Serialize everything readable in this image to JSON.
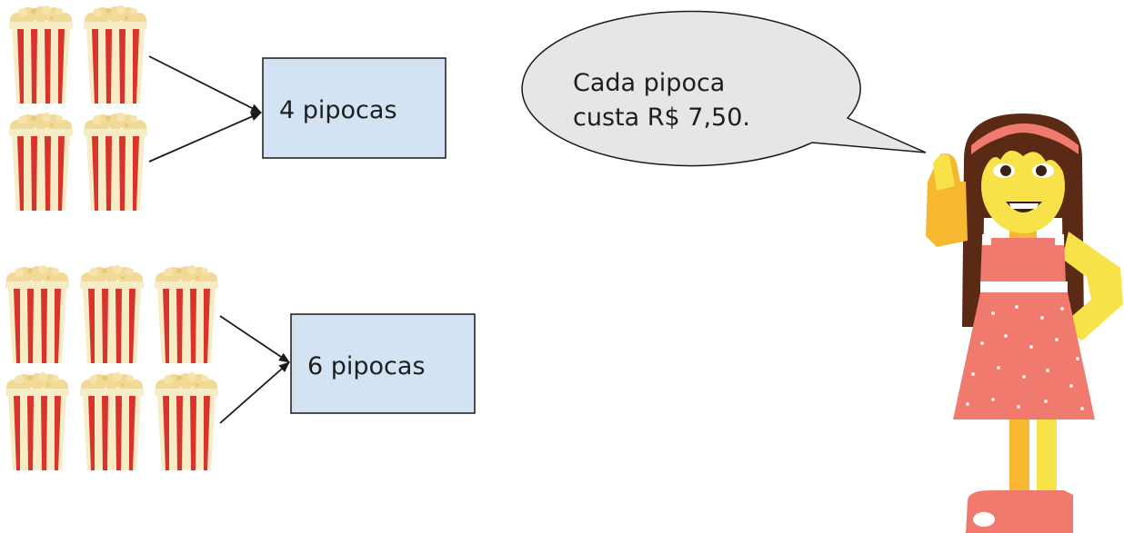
{
  "groups": [
    {
      "count_label": "4 pipocas",
      "popcorn_count": 4
    },
    {
      "count_label": "6 pipocas",
      "popcorn_count": 6
    }
  ],
  "speech": {
    "lines": [
      "Cada pipoca",
      "custa R$ 7,50."
    ]
  },
  "colors": {
    "box_fill": "#d4e3f3",
    "box_stroke": "#1a1a1a",
    "bubble_fill": "#e6e6e6",
    "popcorn_red": "#d9342b",
    "popcorn_cream": "#f6ecc6",
    "popcorn_kernel": "#f1d996",
    "skin": "#f7e24a",
    "dress": "#f07a6e",
    "hair": "#5a2a14"
  },
  "icons": [
    "popcorn-bucket-icon",
    "girl-character-illustration"
  ]
}
